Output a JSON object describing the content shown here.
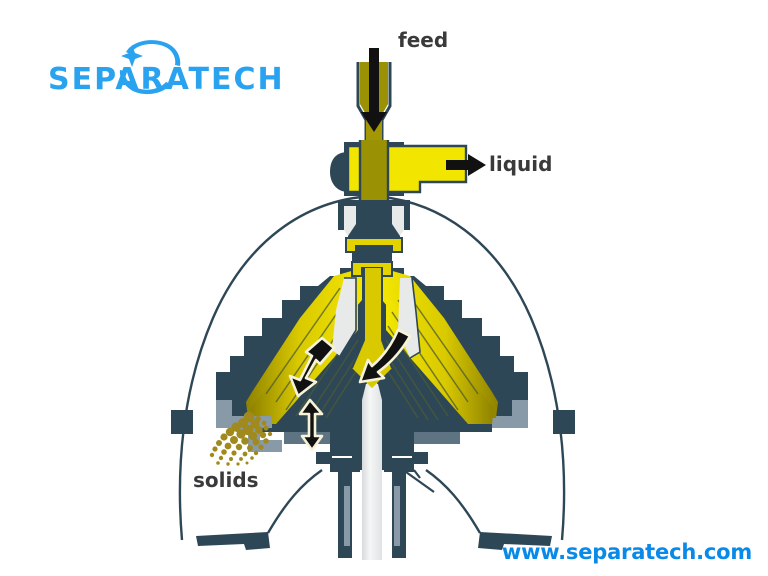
{
  "brand": {
    "wordmark": "SEPARATECH",
    "logo_color": "#29a3ef",
    "mark_icon": "swoosh-star-icon",
    "url": "www.separatech.com",
    "url_color": "#0a8ae8"
  },
  "diagram": {
    "title": "disc-stack centrifugal separator cross-section",
    "labels": {
      "feed": "feed",
      "liquid": "liquid",
      "solids": "solids"
    },
    "label_color": "#3a3a3a",
    "colors": {
      "housing_navy": "#2e4756",
      "housing_navy_dark": "#263c4a",
      "accent_slate": "#8899a8",
      "disc_yellow_bright": "#f2e600",
      "disc_yellow": "#e3d400",
      "disc_olive": "#8e8200",
      "pipe_olive": "#9a9105",
      "shaft_gray": "#e8eaea",
      "shaft_gray_light": "#f4f5f5",
      "solids_gold": "#a08a1e",
      "arrow_black": "#111111",
      "background": "#ffffff"
    },
    "flow_arrows": [
      {
        "name": "feed-inlet-arrow",
        "direction": "down",
        "at": "top feed funnel"
      },
      {
        "name": "liquid-outlet-arrow",
        "direction": "right",
        "at": "liquid discharge pipe"
      },
      {
        "name": "separation-arrow-up-left",
        "direction": "up-left",
        "at": "left disc stack"
      },
      {
        "name": "separation-arrow-up",
        "direction": "up",
        "at": "lower left disc stack"
      },
      {
        "name": "distribution-arrow-down",
        "direction": "down-left",
        "at": "center distributor"
      }
    ],
    "solids_discharge": {
      "name": "solids-spray",
      "side": "left",
      "appearance": "scattered gold particles"
    }
  }
}
